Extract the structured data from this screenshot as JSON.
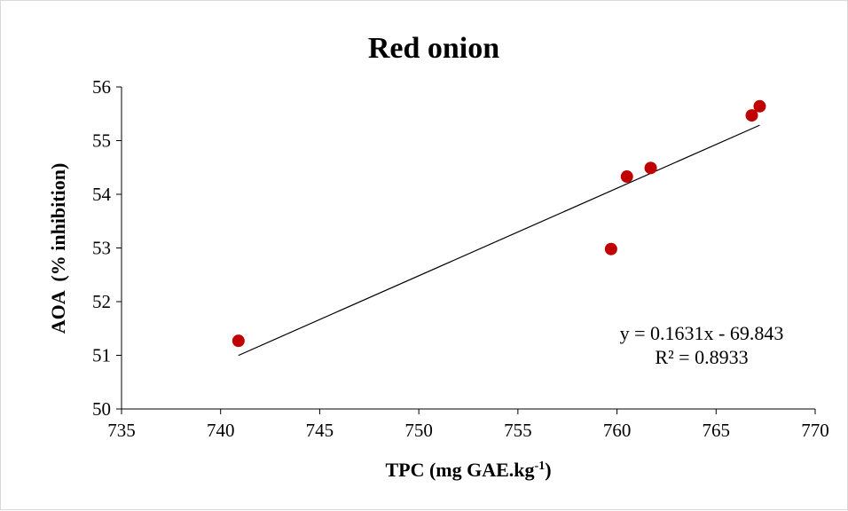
{
  "chart_data": {
    "type": "scatter",
    "title": "Red onion",
    "xlabel": "TPC (mg GAE.kg",
    "xlabel_sup": "-1",
    "xlabel_end": ")",
    "ylabel": "AOA  (% inhibition)",
    "xlim": [
      735,
      770
    ],
    "ylim": [
      50,
      56
    ],
    "x_ticks": [
      735,
      740,
      745,
      750,
      755,
      760,
      765,
      770
    ],
    "y_ticks": [
      50,
      51,
      52,
      53,
      54,
      55,
      56
    ],
    "grid": false,
    "legend": "none",
    "series": [
      {
        "points": [
          {
            "x": 740.9,
            "y": 51.27
          },
          {
            "x": 759.7,
            "y": 52.98
          },
          {
            "x": 760.5,
            "y": 54.33
          },
          {
            "x": 761.7,
            "y": 54.49
          },
          {
            "x": 766.8,
            "y": 55.47
          },
          {
            "x": 767.2,
            "y": 55.64
          }
        ],
        "color": "#c00000"
      }
    ],
    "trendline": {
      "slope": 0.1631,
      "intercept": -69.843,
      "x_range": [
        740.9,
        767.2
      ],
      "color": "#000000",
      "equation_label": "y = 0.1631x - 69.843",
      "r2_label": "R² = 0.8933"
    }
  }
}
